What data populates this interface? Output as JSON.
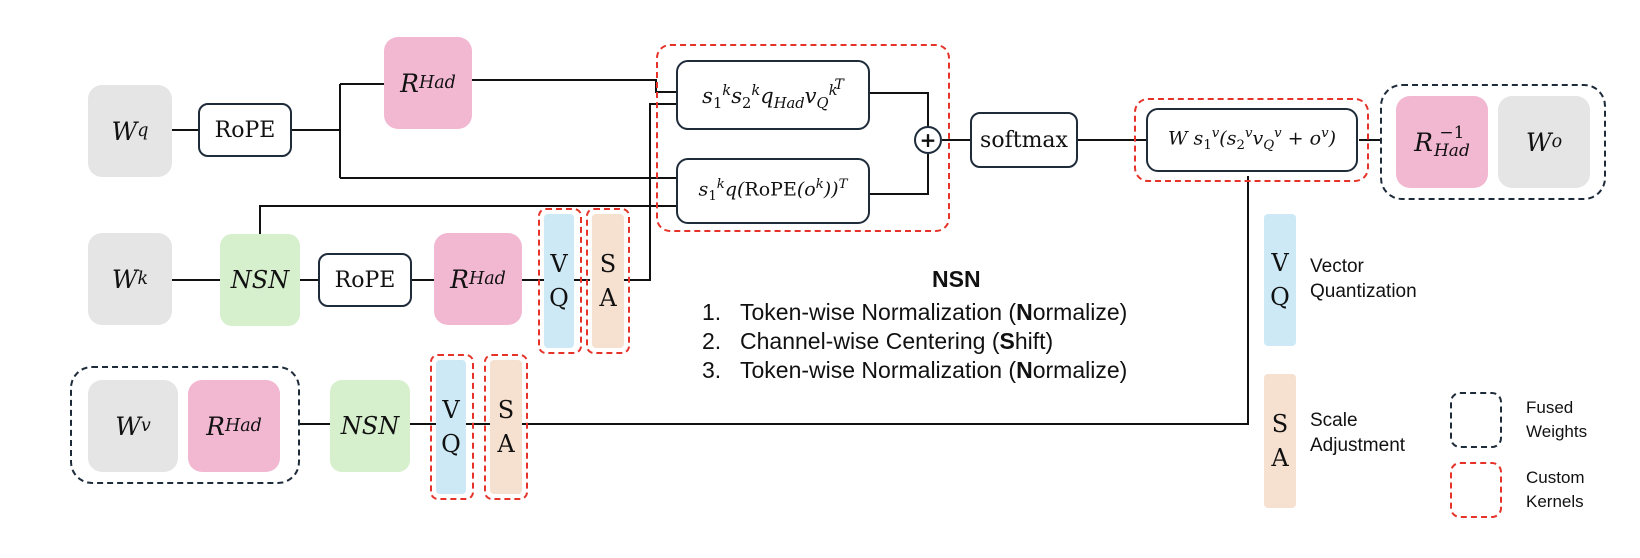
{
  "colors": {
    "weight_gray": "#e5e5e5",
    "hadamard_pink": "#f2b8d2",
    "nsn_green": "#d6efcd",
    "vq_blue": "#cde9f6",
    "sa_peach": "#f6e0d0",
    "kernel_red": "#e5332a",
    "fused_navy": "#1e2b3a"
  },
  "nodes": {
    "wq": {
      "base": "W",
      "sub": "q"
    },
    "wk": {
      "base": "W",
      "sub": "k"
    },
    "wv": {
      "base": "W",
      "sub": "v"
    },
    "wo": {
      "base": "W",
      "sub": "o"
    },
    "rope_q": "RoPE",
    "rope_k": "RoPE",
    "rhad_q": {
      "base": "R",
      "sub": "Had"
    },
    "rhad_k": {
      "base": "R",
      "sub": "Had"
    },
    "rhad_v": {
      "base": "R",
      "sub": "Had"
    },
    "rhad_inv": {
      "base": "R",
      "sup": "−1",
      "sub": "Had"
    },
    "nsn_k": "NSN",
    "nsn_v": "NSN",
    "vq_k": [
      "V",
      "Q"
    ],
    "sa_k": [
      "S",
      "A"
    ],
    "vq_v": [
      "V",
      "Q"
    ],
    "sa_v": [
      "S",
      "A"
    ],
    "plus": "+",
    "softmax": "softmax"
  },
  "nsn_legend": {
    "title": "NSN",
    "items": [
      {
        "num": "1.",
        "pre": "Token-wise Normalization (",
        "bold": "N",
        "post": "ormalize)"
      },
      {
        "num": "2.",
        "pre": "Channel-wise Centering (",
        "bold": "S",
        "post": "hift)"
      },
      {
        "num": "3.",
        "pre": "Token-wise Normalization (",
        "bold": "N",
        "post": "ormalize)"
      }
    ]
  },
  "legend": {
    "vq_letters": [
      "V",
      "Q"
    ],
    "vq_label": [
      "Vector",
      "Quantization"
    ],
    "sa_letters": [
      "S",
      "A"
    ],
    "sa_label": [
      "Scale",
      "Adjustment"
    ],
    "fused_label": [
      "Fused",
      "Weights"
    ],
    "kernel_label": [
      "Custom",
      "Kernels"
    ]
  }
}
